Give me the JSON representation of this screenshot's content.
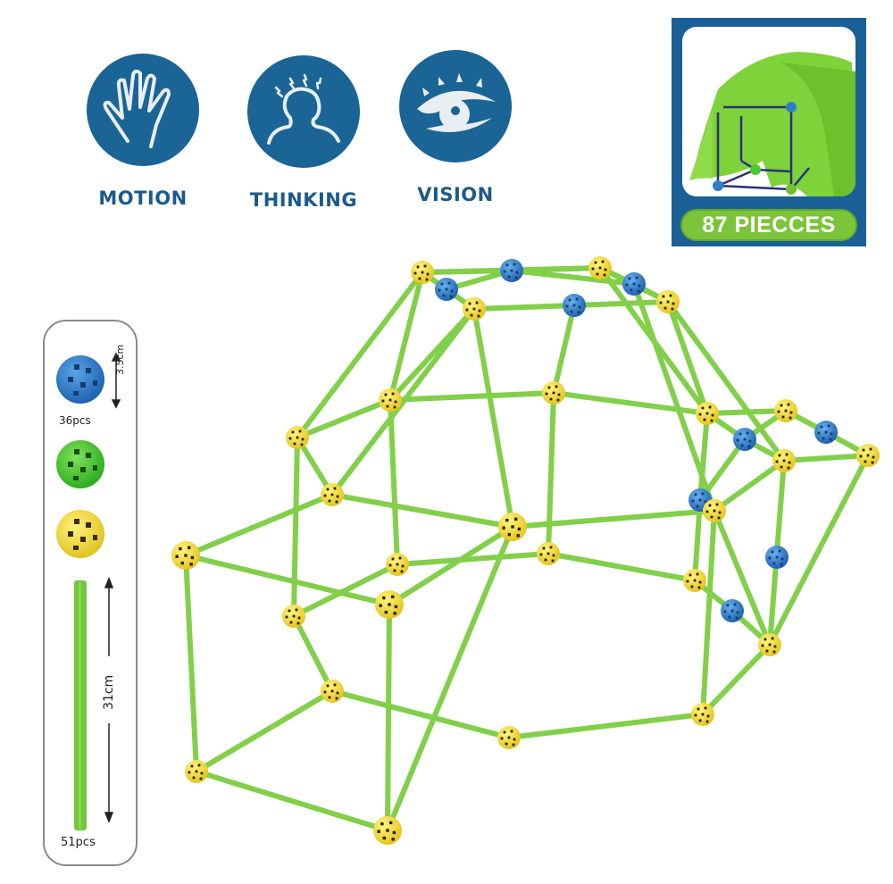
{
  "features": [
    {
      "id": "motion",
      "label": "MOTION",
      "icon": "hand-icon"
    },
    {
      "id": "thinking",
      "label": "THINKING",
      "icon": "head-thinking-icon"
    },
    {
      "id": "vision",
      "label": "VISION",
      "icon": "eye-icon"
    }
  ],
  "product_badge": {
    "pieces_label": "87 PIECCES",
    "image": "tent-fort-cover-image"
  },
  "parts_panel": {
    "connector_size": "3.5cm",
    "connector_count": "36pcs",
    "connector_colors": [
      "blue",
      "green",
      "yellow"
    ],
    "rod_length": "31cm",
    "rod_count": "51pcs"
  },
  "colors": {
    "icon_blue": "#1b6596",
    "label_blue": "#1b5a8a",
    "badge_frame": "#1a5f96",
    "badge_pill": "#7cc43a",
    "rod_green": "#82cf4a",
    "ball_yellow": "#f2e13a",
    "ball_blue": "#2f7fc8",
    "ball_green": "#4cc832"
  }
}
